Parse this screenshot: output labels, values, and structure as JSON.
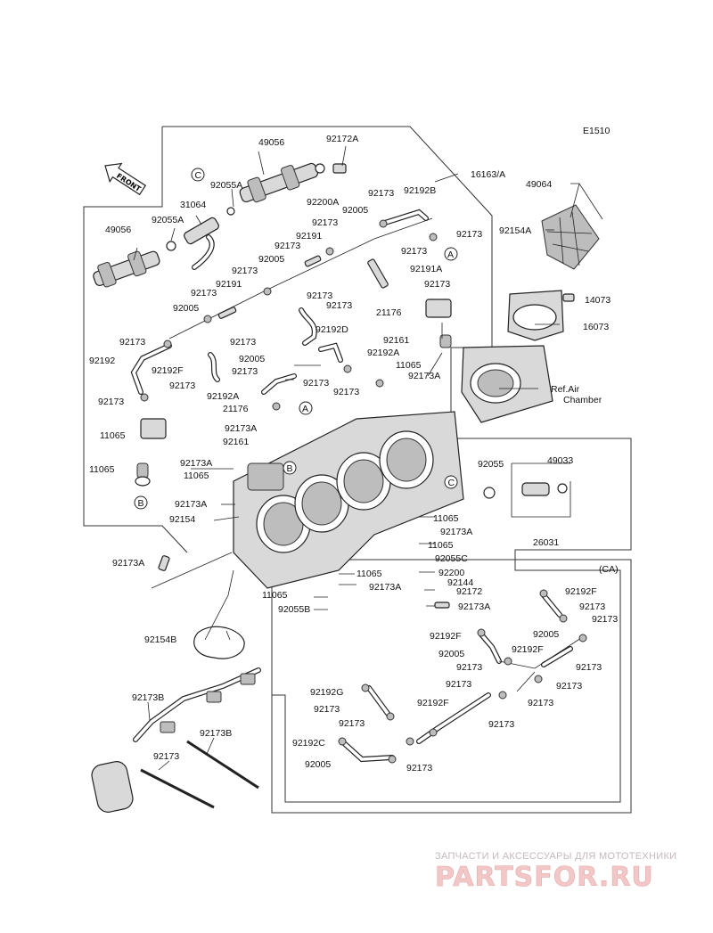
{
  "diagram_code": "E1510",
  "front_label": "FRONT",
  "group_label": "(CA)",
  "ref_label_1": "Ref.Air",
  "ref_label_2": "Chamber",
  "watermark": {
    "tagline": "ЗАПЧАСТИ И АКСЕССУАРЫ ДЛЯ МОТОТЕХНИКИ",
    "logo": "PARTSFOR.RU"
  },
  "labels": [
    {
      "id": "l1",
      "text": "49056"
    },
    {
      "id": "l2",
      "text": "92172A"
    },
    {
      "id": "l3",
      "text": "16163/A"
    },
    {
      "id": "l4",
      "text": "92055A"
    },
    {
      "id": "l5",
      "text": "92200A"
    },
    {
      "id": "l6",
      "text": "31064"
    },
    {
      "id": "l7",
      "text": "92055A"
    },
    {
      "id": "l8",
      "text": "49056"
    },
    {
      "id": "l9",
      "text": "92173"
    },
    {
      "id": "l10",
      "text": "92192B"
    },
    {
      "id": "l11",
      "text": "92005"
    },
    {
      "id": "l12",
      "text": "92173"
    },
    {
      "id": "l13",
      "text": "92173"
    },
    {
      "id": "l14",
      "text": "92191"
    },
    {
      "id": "l15",
      "text": "92173"
    },
    {
      "id": "l16",
      "text": "92173"
    },
    {
      "id": "l17",
      "text": "92005"
    },
    {
      "id": "l18",
      "text": "92191A"
    },
    {
      "id": "l19",
      "text": "92173"
    },
    {
      "id": "l20",
      "text": "92173"
    },
    {
      "id": "l21",
      "text": "92191"
    },
    {
      "id": "l22",
      "text": "92173"
    },
    {
      "id": "l23",
      "text": "92173"
    },
    {
      "id": "l24",
      "text": "92173"
    },
    {
      "id": "l25",
      "text": "92005"
    },
    {
      "id": "l26",
      "text": "21176"
    },
    {
      "id": "l27",
      "text": "92192D"
    },
    {
      "id": "l28",
      "text": "92173"
    },
    {
      "id": "l29",
      "text": "92173"
    },
    {
      "id": "l30",
      "text": "92161"
    },
    {
      "id": "l31",
      "text": "92192"
    },
    {
      "id": "l32",
      "text": "92005"
    },
    {
      "id": "l33",
      "text": "92192A"
    },
    {
      "id": "l34",
      "text": "92192F"
    },
    {
      "id": "l35",
      "text": "92173"
    },
    {
      "id": "l36",
      "text": "11065"
    },
    {
      "id": "l37",
      "text": "92173"
    },
    {
      "id": "l38",
      "text": "92173"
    },
    {
      "id": "l39",
      "text": "92173A"
    },
    {
      "id": "l40",
      "text": "92192A"
    },
    {
      "id": "l41",
      "text": "92173"
    },
    {
      "id": "l42",
      "text": "92173"
    },
    {
      "id": "l43",
      "text": "21176"
    },
    {
      "id": "l44",
      "text": "11065"
    },
    {
      "id": "l45",
      "text": "92173A"
    },
    {
      "id": "l46",
      "text": "92161"
    },
    {
      "id": "l47",
      "text": "11065"
    },
    {
      "id": "l48",
      "text": "92173A"
    },
    {
      "id": "l49",
      "text": "11065"
    },
    {
      "id": "l50",
      "text": "92173A"
    },
    {
      "id": "l51",
      "text": "92154"
    },
    {
      "id": "l52",
      "text": "92173A"
    },
    {
      "id": "l53",
      "text": "11065"
    },
    {
      "id": "l54",
      "text": "92173A"
    },
    {
      "id": "l55",
      "text": "11065"
    },
    {
      "id": "l56",
      "text": "92055C"
    },
    {
      "id": "l57",
      "text": "92200"
    },
    {
      "id": "l58",
      "text": "92144"
    },
    {
      "id": "l59",
      "text": "92172"
    },
    {
      "id": "l60",
      "text": "92173A"
    },
    {
      "id": "l61",
      "text": "11065"
    },
    {
      "id": "l62",
      "text": "92173A"
    },
    {
      "id": "l63",
      "text": "11065"
    },
    {
      "id": "l64",
      "text": "92055B"
    },
    {
      "id": "l65",
      "text": "92154B"
    },
    {
      "id": "l66",
      "text": "49064"
    },
    {
      "id": "l67",
      "text": "92154A"
    },
    {
      "id": "l68",
      "text": "14073"
    },
    {
      "id": "l69",
      "text": "16073"
    },
    {
      "id": "l70",
      "text": "92055"
    },
    {
      "id": "l71",
      "text": "49033"
    },
    {
      "id": "l72",
      "text": "26031"
    },
    {
      "id": "l73",
      "text": "92173B"
    },
    {
      "id": "l74",
      "text": "92173B"
    },
    {
      "id": "l75",
      "text": "92173"
    },
    {
      "id": "l76",
      "text": "92192F"
    },
    {
      "id": "l77",
      "text": "92173"
    },
    {
      "id": "l78",
      "text": "92173"
    },
    {
      "id": "l79",
      "text": "92192F"
    },
    {
      "id": "l80",
      "text": "92005"
    },
    {
      "id": "l81",
      "text": "92192F"
    },
    {
      "id": "l82",
      "text": "92005"
    },
    {
      "id": "l83",
      "text": "92173"
    },
    {
      "id": "l84",
      "text": "92173"
    },
    {
      "id": "l85",
      "text": "92173"
    },
    {
      "id": "l86",
      "text": "92192G"
    },
    {
      "id": "l87",
      "text": "92173"
    },
    {
      "id": "l88",
      "text": "92173"
    },
    {
      "id": "l89",
      "text": "92192F"
    },
    {
      "id": "l90",
      "text": "92173"
    },
    {
      "id": "l91",
      "text": "92173"
    },
    {
      "id": "l92",
      "text": "92173"
    },
    {
      "id": "l93",
      "text": "92192C"
    },
    {
      "id": "l94",
      "text": "92005"
    },
    {
      "id": "l95",
      "text": "92173"
    }
  ],
  "callouts": [
    "A",
    "A",
    "B",
    "B",
    "C",
    "C"
  ]
}
